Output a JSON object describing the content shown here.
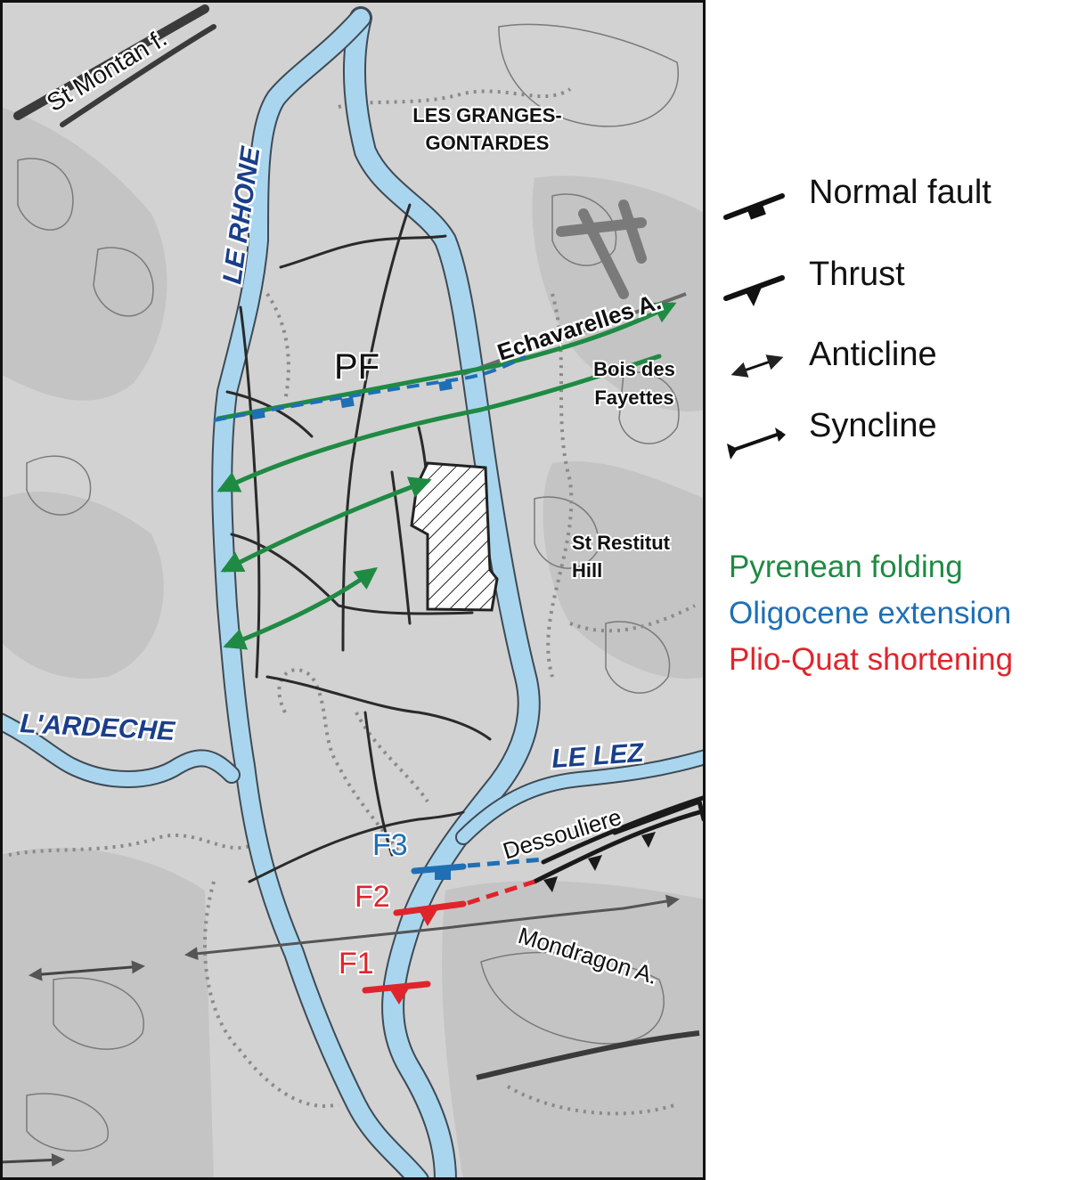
{
  "map": {
    "labels": {
      "st_montan": "St Montan f.",
      "le_rhone": "LE RHONE",
      "granges_1": "LES GRANGES-",
      "granges_2": "GONTARDES",
      "echavarelles": "Echavarelles A.",
      "pf": "PF",
      "bois_1": "Bois des",
      "bois_2": "Fayettes",
      "st_restitut_1": "St Restitut",
      "st_restitut_2": "Hill",
      "ardeche": "L'ARDECHE",
      "le_lez": "LE LEZ",
      "dessouliere": "Dessouliere",
      "mondragon": "Mondragon A.",
      "f1": "F1",
      "f2": "F2",
      "f3": "F3"
    }
  },
  "legend": {
    "symbols": [
      {
        "label": "Normal fault",
        "icon": "normal-fault-icon"
      },
      {
        "label": "Thrust",
        "icon": "thrust-icon"
      },
      {
        "label": "Anticline",
        "icon": "anticline-icon"
      },
      {
        "label": "Syncline",
        "icon": "syncline-icon"
      }
    ],
    "categories": [
      {
        "label": "Pyrenean folding",
        "color": "#1f8a43"
      },
      {
        "label": "Oligocene extension",
        "color": "#1f6fb5"
      },
      {
        "label": "Plio-Quat shortening",
        "color": "#e0242b"
      }
    ]
  },
  "colors": {
    "river": "#a9d6ee",
    "river_outline": "#3f4a55",
    "fold": "#1f8a43",
    "extension": "#1f6fb5",
    "shortening": "#e0242b",
    "river_label": "#1a3f8a"
  }
}
